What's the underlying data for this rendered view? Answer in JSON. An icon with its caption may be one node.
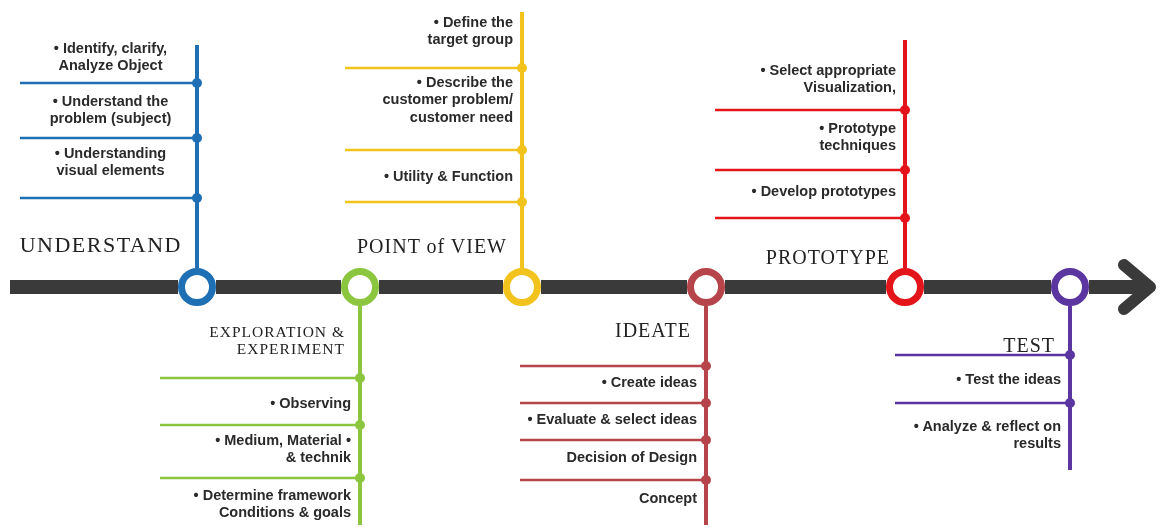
{
  "diagram": {
    "nodes": [
      {
        "text": [
          "UNDERSTAND"
        ]
      },
      {
        "text": [
          "EXPLORATION & EXPERIMENT"
        ]
      },
      {
        "text": [
          "POINT of VIEW"
        ]
      },
      {
        "text": [
          "IDEATE"
        ]
      },
      {
        "text": [
          "PROTOTYPE"
        ]
      },
      {
        "text": [
          "TEST"
        ]
      }
    ],
    "edges": [
      {
        "from": null,
        "to": 0,
        "arrow": "none"
      },
      {
        "from": 0,
        "to": 1,
        "arrow": "none"
      },
      {
        "from": 1,
        "to": 2,
        "arrow": "none"
      },
      {
        "from": 2,
        "to": 3,
        "arrow": "none"
      },
      {
        "from": 3,
        "to": 4,
        "arrow": "none"
      },
      {
        "from": 4,
        "to": 5,
        "arrow": "none"
      },
      {
        "from": 5,
        "to": null,
        "arrow": "to"
      }
    ],
    "labels": [
      "• Define the target group",
      "• Identify, clarify, Analyze Object",
      "• Select appropriate Visualization,",
      "• Describe the customer problem/ customer need",
      "• Understand the problem (subject)",
      "• Prototype techniques",
      "• Understanding visual elements",
      "• Utility & Function",
      "• Develop prototypes",
      "• Create ideas",
      "• Test the ideas",
      "• Observing",
      "• Evaluate & select ideas",
      "• Analyze & reflect on results",
      "• Medium, Material • & technik",
      "Decision of Design",
      "• Determine framework Conditions & goals",
      "Concept"
    ]
  }
}
